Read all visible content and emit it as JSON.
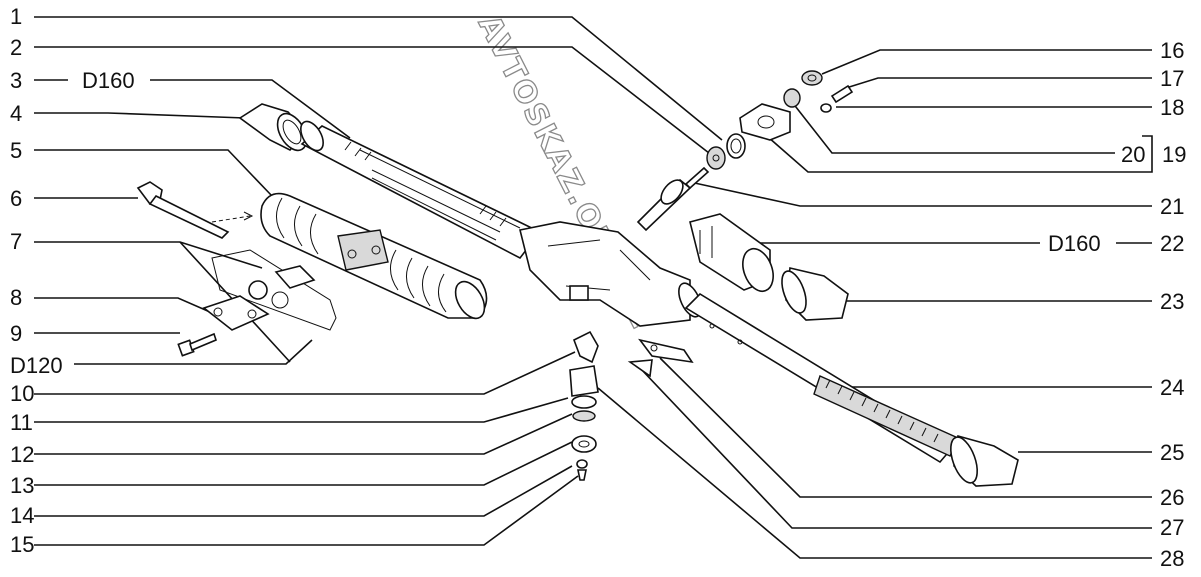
{
  "watermark": "AVTOSKAZ.ONLINE",
  "labels_left": [
    {
      "id": "1",
      "text": "1"
    },
    {
      "id": "2",
      "text": "2"
    },
    {
      "id": "3",
      "text": "3"
    },
    {
      "id": "4",
      "text": "4"
    },
    {
      "id": "5",
      "text": "5"
    },
    {
      "id": "6",
      "text": "6"
    },
    {
      "id": "7",
      "text": "7"
    },
    {
      "id": "8",
      "text": "8"
    },
    {
      "id": "9",
      "text": "9"
    },
    {
      "id": "10",
      "text": "10"
    },
    {
      "id": "11",
      "text": "11"
    },
    {
      "id": "12",
      "text": "12"
    },
    {
      "id": "13",
      "text": "13"
    },
    {
      "id": "14",
      "text": "14"
    },
    {
      "id": "15",
      "text": "15"
    }
  ],
  "labels_right": [
    {
      "id": "16",
      "text": "16"
    },
    {
      "id": "17",
      "text": "17"
    },
    {
      "id": "18",
      "text": "18"
    },
    {
      "id": "19",
      "text": "19"
    },
    {
      "id": "20",
      "text": "20"
    },
    {
      "id": "21",
      "text": "21"
    },
    {
      "id": "22",
      "text": "22"
    },
    {
      "id": "23",
      "text": "23"
    },
    {
      "id": "24",
      "text": "24"
    },
    {
      "id": "25",
      "text": "25"
    },
    {
      "id": "26",
      "text": "26"
    },
    {
      "id": "27",
      "text": "27"
    },
    {
      "id": "28",
      "text": "28"
    }
  ],
  "annotations": {
    "d160_left": "D160",
    "d160_right": "D160",
    "d120": "D120"
  }
}
